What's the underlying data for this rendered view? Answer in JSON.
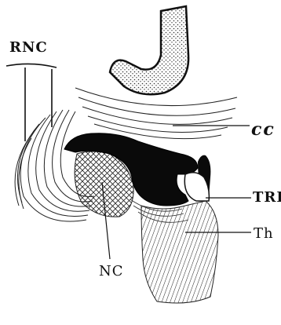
{
  "labels": {
    "rnc": "RNC",
    "cc": "cc",
    "tri": "TRI",
    "th": "Th",
    "nc": "NC"
  }
}
